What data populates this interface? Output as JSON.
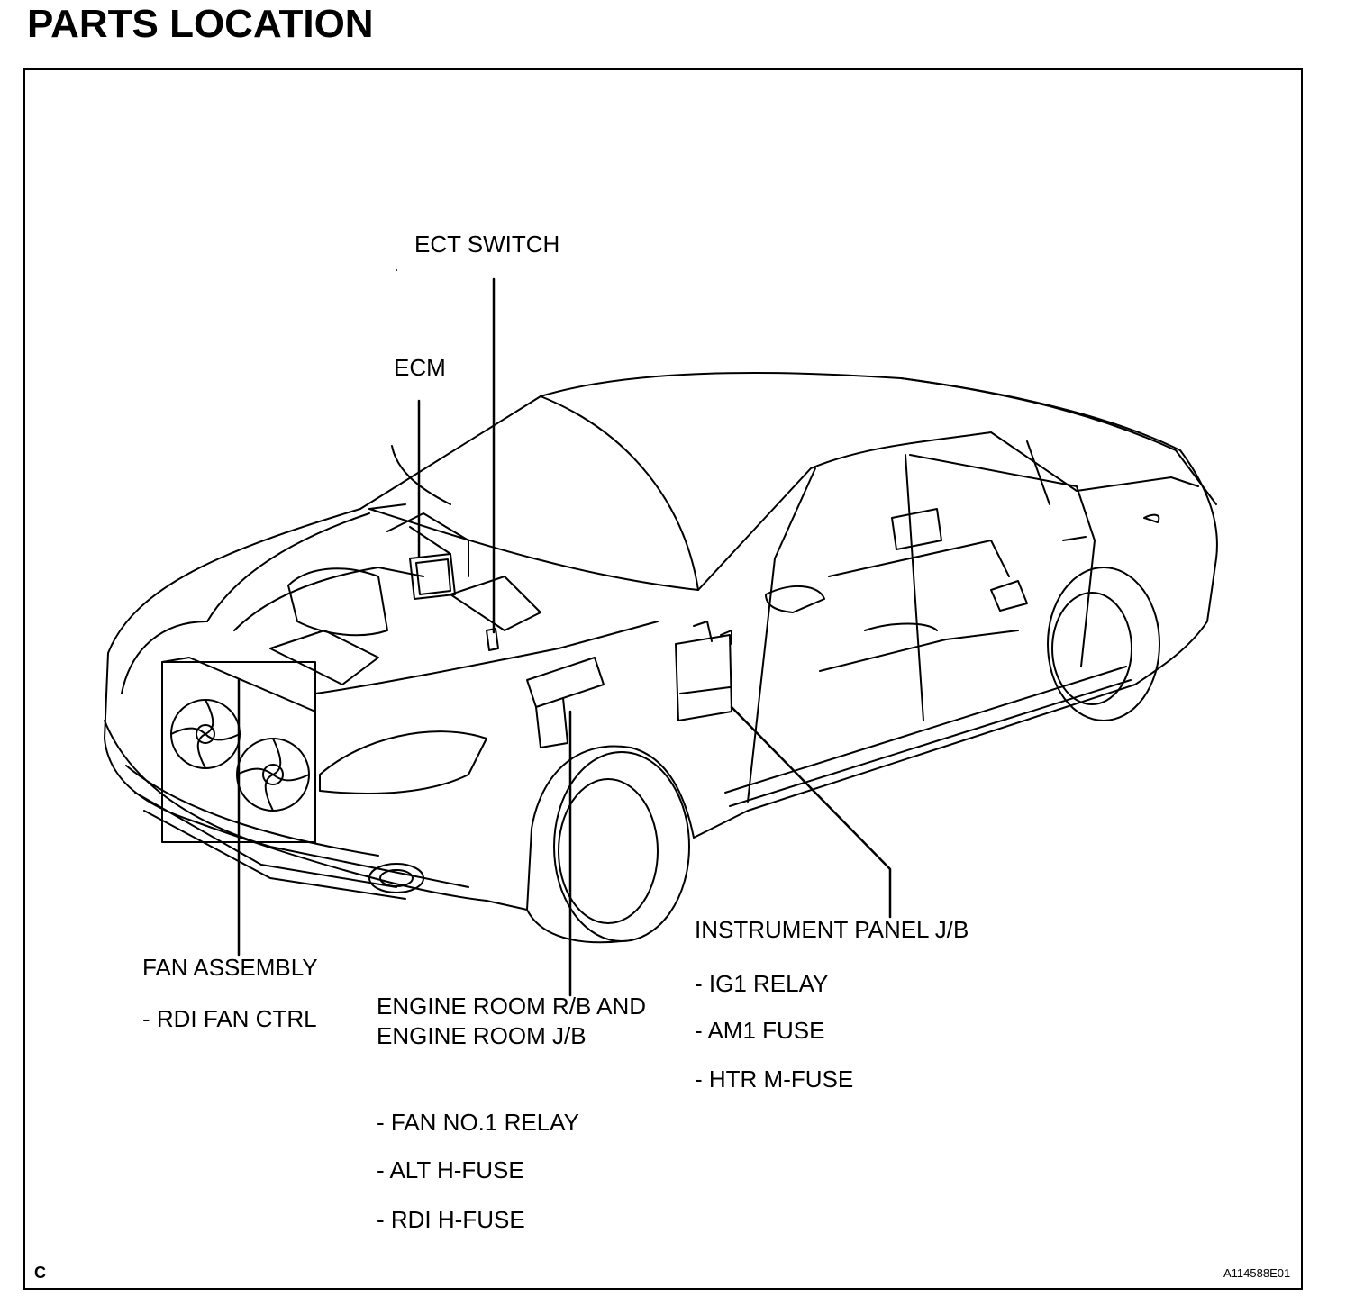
{
  "title": "PARTS LOCATION",
  "labels": {
    "ect_switch": "ECT SWITCH",
    "ecm": "ECM",
    "fan_assembly": "FAN ASSEMBLY",
    "fan_assembly_items": [
      "- RDI FAN CTRL"
    ],
    "engine_room_rb_line1": "ENGINE ROOM R/B AND",
    "engine_room_rb_line2": "ENGINE ROOM J/B",
    "engine_room_items": [
      "- FAN NO.1 RELAY",
      "- ALT H-FUSE",
      "- RDI H-FUSE"
    ],
    "instrument_panel_jb": "INSTRUMENT PANEL J/B",
    "instrument_panel_items": [
      "- IG1 RELAY",
      "- AM1 FUSE",
      "- HTR M-FUSE"
    ]
  },
  "corner_letter": "C",
  "figure_id": "A114588E01"
}
